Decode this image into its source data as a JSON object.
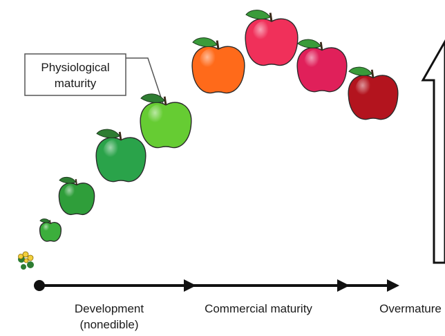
{
  "callout": {
    "line1": "Physiological",
    "line2": "maturity"
  },
  "axis_labels": {
    "development_line1": "Development",
    "development_line2": "(nonedible)",
    "commercial": "Commercial maturity",
    "overmature": "Overmature"
  },
  "stages": [
    {
      "name": "flower",
      "color": "#e8c23a",
      "leaf": "#2e7d32"
    },
    {
      "name": "tiny-green",
      "color": "#3cae3c",
      "leaf": "#2e7d32"
    },
    {
      "name": "small-green",
      "color": "#2f9e3a",
      "leaf": "#2e7d32"
    },
    {
      "name": "medium-green",
      "color": "#2aa34a",
      "leaf": "#2e7d32"
    },
    {
      "name": "yellow-green",
      "color": "#66cc33",
      "leaf": "#2e7d32"
    },
    {
      "name": "orange",
      "color": "#ff6a1a",
      "leaf": "#3a9b3a"
    },
    {
      "name": "pink-red",
      "color": "#f0305a",
      "leaf": "#3a9b3a"
    },
    {
      "name": "magenta",
      "color": "#e0205a",
      "leaf": "#3a9b3a"
    },
    {
      "name": "dark-red",
      "color": "#b3141e",
      "leaf": "#3a9b3a"
    }
  ]
}
